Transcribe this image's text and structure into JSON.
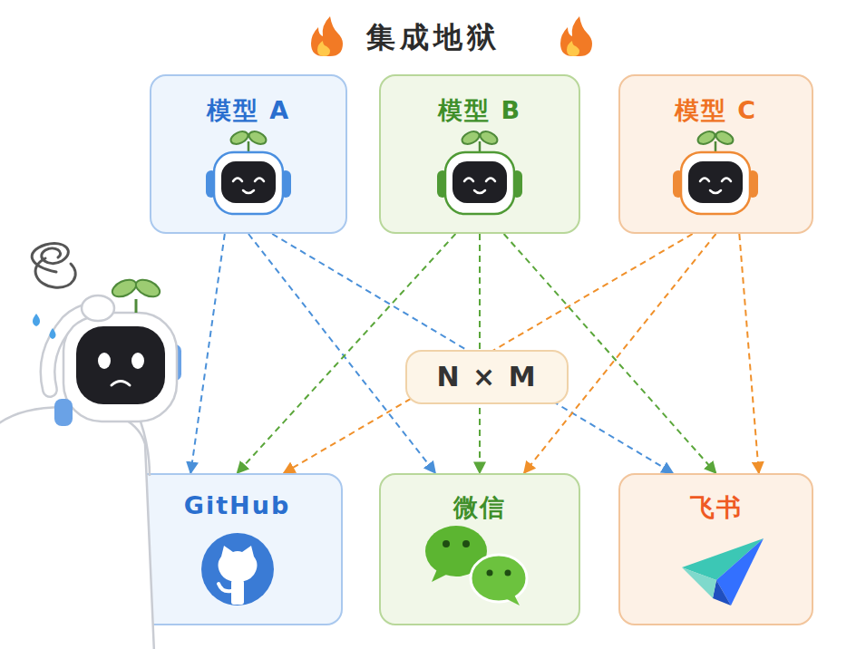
{
  "diagram": {
    "title": "集成地狱",
    "nodes": [
      {
        "text": [
          "模型 A"
        ]
      },
      {
        "text": [
          "模型 B"
        ]
      },
      {
        "text": [
          "模型 C"
        ]
      },
      {
        "text": [
          "N × M"
        ]
      },
      {
        "text": [
          "GitHub"
        ]
      },
      {
        "text": [
          "微信"
        ]
      },
      {
        "text": [
          "飞书"
        ]
      }
    ],
    "edges": [
      {
        "from": 0,
        "to": 4,
        "arrow": "to"
      },
      {
        "from": 0,
        "to": 5,
        "arrow": "to"
      },
      {
        "from": 0,
        "to": 6,
        "arrow": "to"
      },
      {
        "from": 1,
        "to": 4,
        "arrow": "to"
      },
      {
        "from": 1,
        "to": 5,
        "arrow": "to"
      },
      {
        "from": 1,
        "to": 6,
        "arrow": "to"
      },
      {
        "from": 2,
        "to": 4,
        "arrow": "to"
      },
      {
        "from": 2,
        "to": 5,
        "arrow": "to"
      },
      {
        "from": 2,
        "to": 6,
        "arrow": "to"
      }
    ]
  }
}
